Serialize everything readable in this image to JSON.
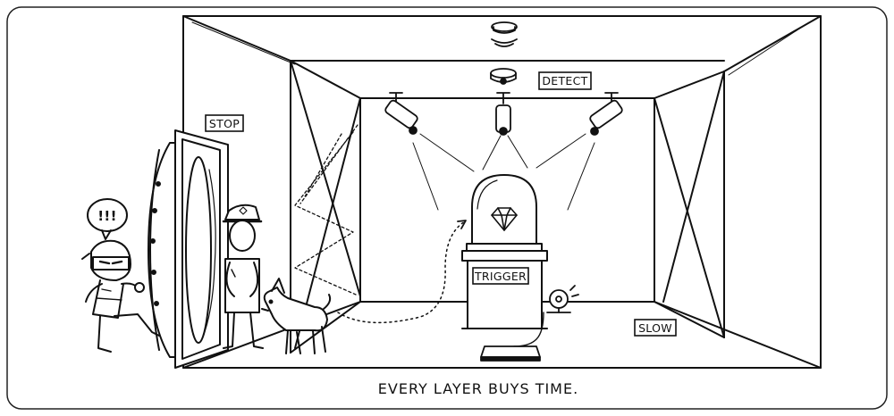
{
  "labels": {
    "stop": "STOP",
    "detect": "DETECT",
    "trigger": "TRIGGER",
    "slow": "SLOW",
    "alert": "!!!"
  },
  "caption": "EVERY LAYER BUYS TIME."
}
